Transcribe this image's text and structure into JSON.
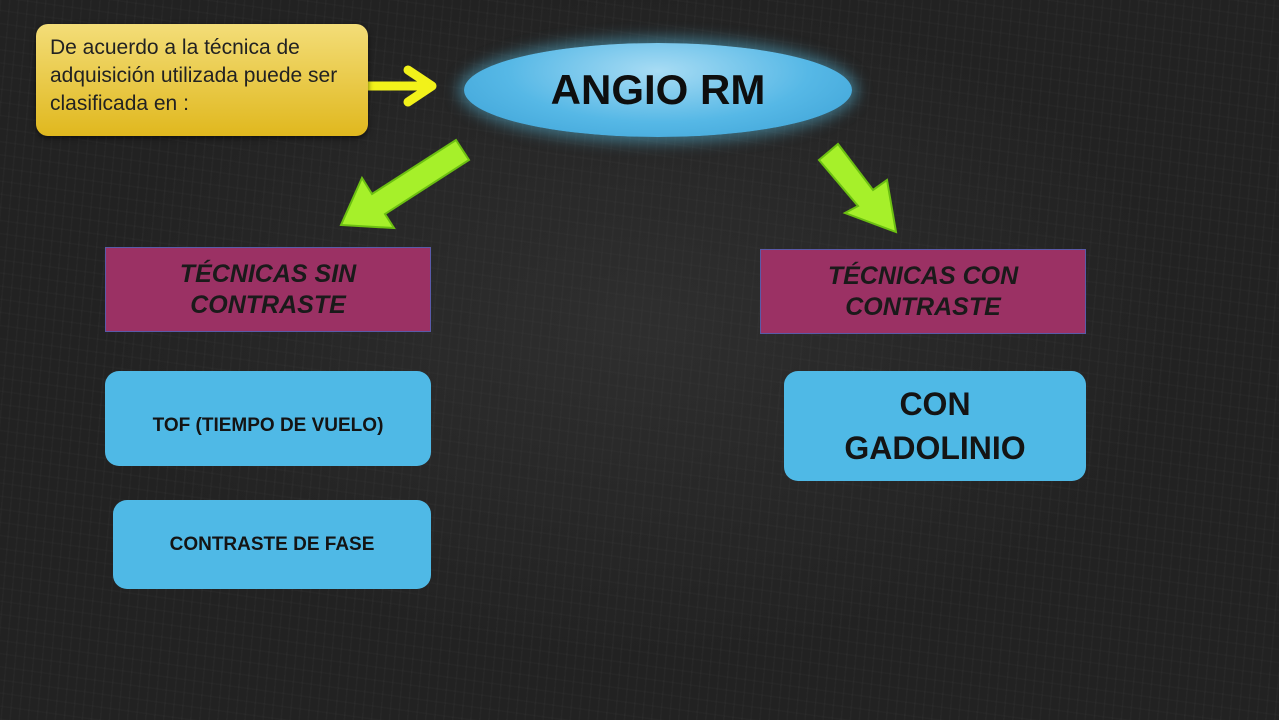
{
  "note": {
    "text": "De acuerdo a la técnica de adquisición utilizada puede ser clasificada en :"
  },
  "title": {
    "text": "ANGIO RM"
  },
  "left": {
    "category": "TÉCNICAS SIN CONTRASTE",
    "items": [
      "TOF (TIEMPO DE VUELO)",
      "CONTRASTE DE FASE"
    ]
  },
  "right": {
    "category": "TÉCNICAS CON CONTRASTE",
    "items": [
      "CON GADOLINIO"
    ]
  },
  "colors": {
    "background": "#222222",
    "note": "#e6c23a",
    "title_ellipse": "#56b8e6",
    "category_box": "#9b3164",
    "item_box": "#4fb9e6",
    "arrow": "#a6f02a"
  }
}
